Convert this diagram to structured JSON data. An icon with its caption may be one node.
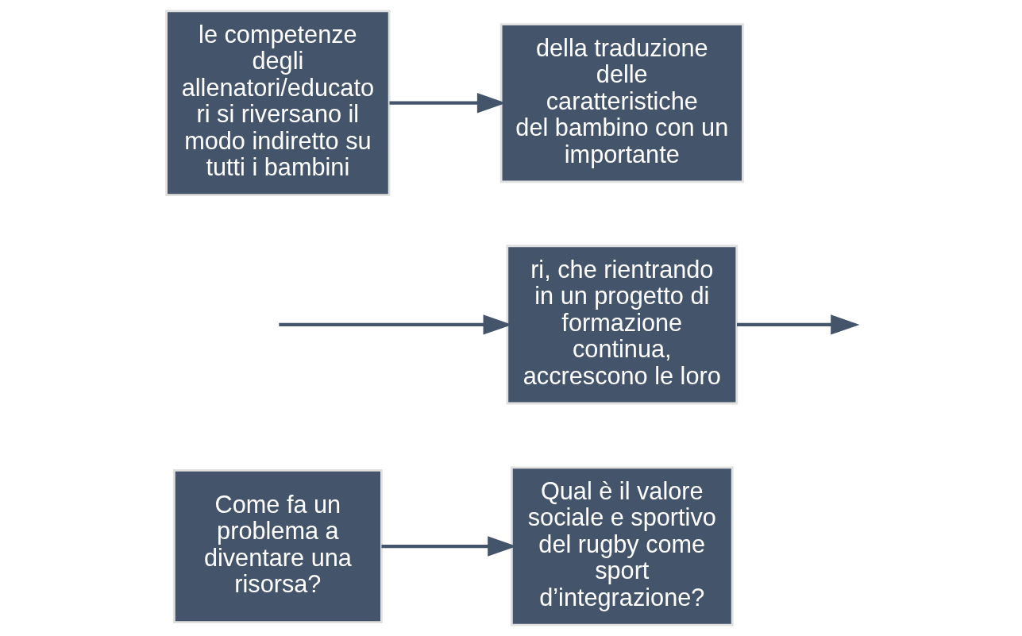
{
  "diagram": {
    "nodes": [
      {
        "text": [
          "Come fa un problema a diventare una risorsa?"
        ]
      },
      {
        "text": [
          "Qual è il valore sociale e sportivo del rugby come sport d’integrazione?"
        ]
      },
      {
        "text": [
          "ri, che rientrando in un progetto di formazione continua, accrescono le loro"
        ]
      },
      {
        "text": [
          "le competenze degli allenatori/educato ri si riversano il modo indiretto su tutti i bambini"
        ]
      },
      {
        "text": [
          "della traduzione delle caratteristiche del bambino con un importante"
        ]
      }
    ],
    "edges": [
      {
        "from": 0,
        "to": 1,
        "arrow": "to"
      },
      {
        "from": null,
        "to": 2,
        "arrow": "to"
      },
      {
        "from": 2,
        "to": null,
        "arrow": "to"
      },
      {
        "from": 3,
        "to": 4,
        "arrow": "to"
      }
    ]
  }
}
